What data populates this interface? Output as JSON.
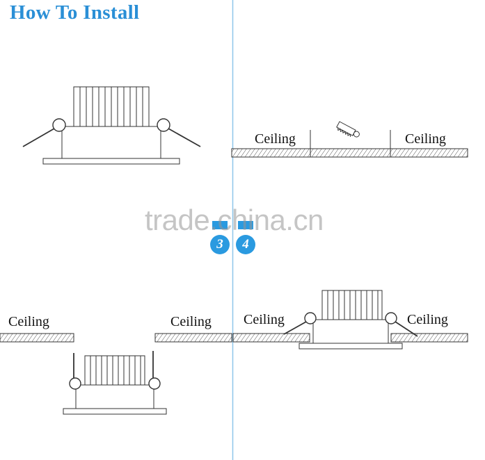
{
  "title": "How To Install",
  "steps": [
    {
      "number": "3",
      "label_left": "Ceiling",
      "label_right": "Ceiling"
    },
    {
      "number": "4",
      "label_left": "Ceiling",
      "label_right": "Ceiling"
    },
    {
      "label_left": "Ceiling",
      "label_right": "Ceiling"
    }
  ],
  "watermark": "trade.china.cn",
  "colors": {
    "title": "#2a8fd6",
    "divider": "#8ec6ea",
    "badge": "#2a9ae0",
    "line": "#333333"
  }
}
